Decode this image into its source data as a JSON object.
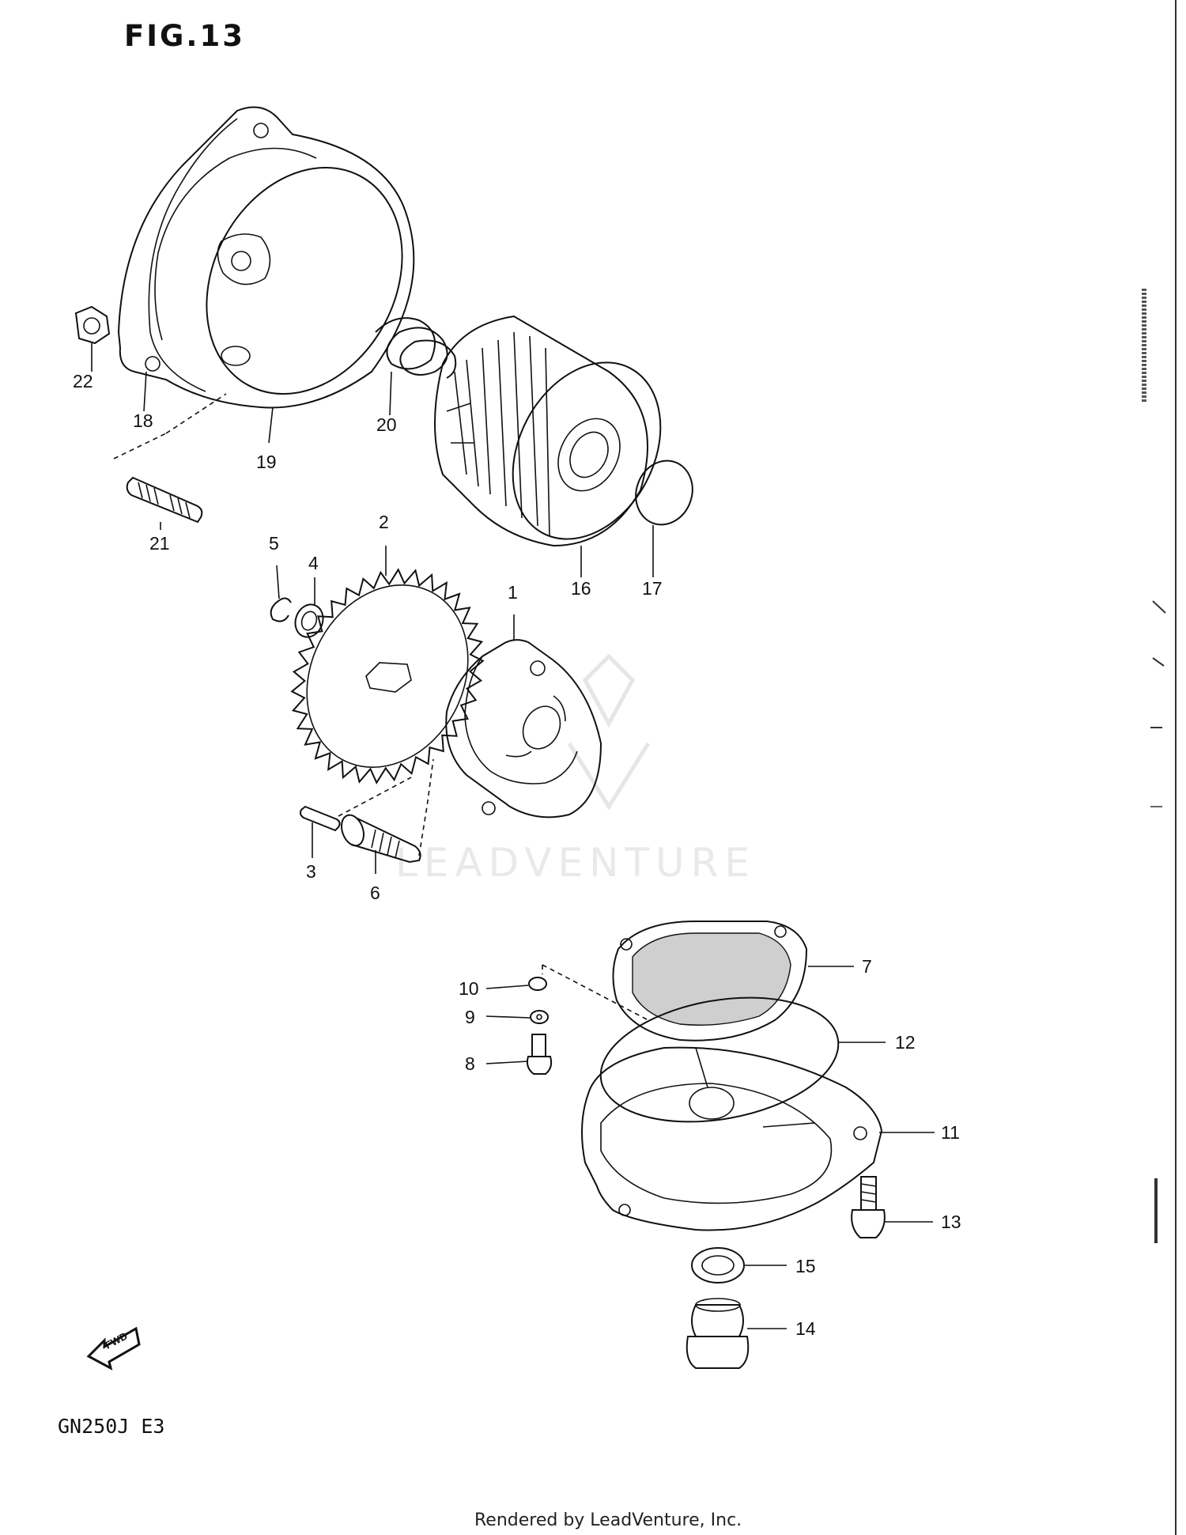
{
  "figure_title": "FIG.13",
  "model_code": "GN250J  E3",
  "footer": "Rendered by LeadVenture, Inc.",
  "watermark": "LEADVENTURE",
  "direction_badge": "FWD",
  "callouts": {
    "c1": "1",
    "c2": "2",
    "c3": "3",
    "c4": "4",
    "c5": "5",
    "c6": "6",
    "c7": "7",
    "c8": "8",
    "c9": "9",
    "c10": "10",
    "c11": "11",
    "c12": "12",
    "c13": "13",
    "c14": "14",
    "c15": "15",
    "c16": "16",
    "c17": "17",
    "c18": "18",
    "c19": "19",
    "c20": "20",
    "c21": "21",
    "c22": "22"
  }
}
